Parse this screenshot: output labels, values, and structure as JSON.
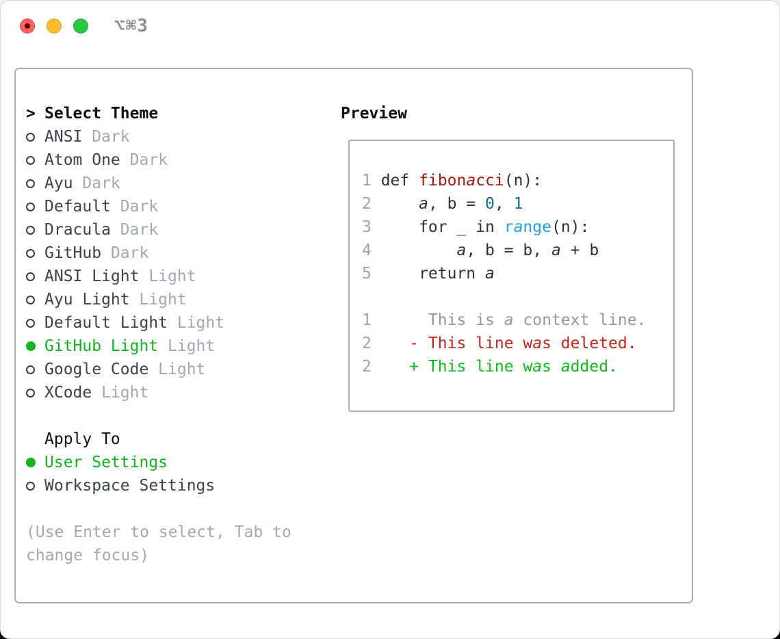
{
  "window": {
    "shortcut": "⌥⌘3",
    "traffic_lights": [
      "close-button",
      "minimize-button",
      "zoom-button"
    ]
  },
  "theme_panel": {
    "title_prefix": ">",
    "title": "Select Theme",
    "themes": [
      {
        "name": "ANSI",
        "variant": "Dark",
        "selected": false
      },
      {
        "name": "Atom One",
        "variant": "Dark",
        "selected": false
      },
      {
        "name": "Ayu",
        "variant": "Dark",
        "selected": false
      },
      {
        "name": "Default",
        "variant": "Dark",
        "selected": false
      },
      {
        "name": "Dracula",
        "variant": "Dark",
        "selected": false
      },
      {
        "name": "GitHub",
        "variant": "Dark",
        "selected": false
      },
      {
        "name": "ANSI Light",
        "variant": "Light",
        "selected": false
      },
      {
        "name": "Ayu Light",
        "variant": "Light",
        "selected": false
      },
      {
        "name": "Default Light",
        "variant": "Light",
        "selected": false
      },
      {
        "name": "GitHub Light",
        "variant": "Light",
        "selected": true
      },
      {
        "name": "Google Code",
        "variant": "Light",
        "selected": false
      },
      {
        "name": "XCode",
        "variant": "Light",
        "selected": false
      }
    ],
    "apply_to": {
      "title": "Apply To",
      "options": [
        {
          "name": "User Settings",
          "selected": true
        },
        {
          "name": "Workspace Settings",
          "selected": false
        }
      ]
    },
    "help": [
      "(Use Enter to select, Tab to",
      "change focus)"
    ]
  },
  "preview": {
    "title": "Preview",
    "code_lines": [
      {
        "num": "1",
        "segments": [
          {
            "text": "def ",
            "style": "fg"
          },
          {
            "text": "fibonacci",
            "style": "func"
          },
          {
            "text": "(n):",
            "style": "fg"
          }
        ]
      },
      {
        "num": "2",
        "segments": [
          {
            "text": "    a, b = ",
            "style": "fg"
          },
          {
            "text": "0",
            "style": "const"
          },
          {
            "text": ", ",
            "style": "fg"
          },
          {
            "text": "1",
            "style": "const"
          }
        ]
      },
      {
        "num": "3",
        "segments": [
          {
            "text": "    for _ in ",
            "style": "fg"
          },
          {
            "text": "range",
            "style": "call"
          },
          {
            "text": "(n):",
            "style": "fg"
          }
        ]
      },
      {
        "num": "4",
        "segments": [
          {
            "text": "        a, b = b, a + b",
            "style": "fg"
          }
        ]
      },
      {
        "num": "5",
        "segments": [
          {
            "text": "    return a",
            "style": "fg"
          }
        ]
      },
      {
        "num": "",
        "segments": []
      },
      {
        "num": "1",
        "segments": [
          {
            "text": "     This is a context line.",
            "style": "context"
          }
        ]
      },
      {
        "num": "2",
        "segments": [
          {
            "text": "   - This line was deleted.",
            "style": "deleted"
          }
        ]
      },
      {
        "num": "2",
        "segments": [
          {
            "text": "   + This line was added.",
            "style": "added"
          }
        ]
      }
    ]
  },
  "colors": {
    "selection_green": "#10b41e",
    "added_green": "#10bc18",
    "deleted_red": "#c92619",
    "context_gray": "#8f99a2",
    "code_fg": "#2b3138",
    "function_red": "#a8170e",
    "number_teal": "#117380",
    "builtin_blue": "#249fd9",
    "line_number_gray": "#9aa5b1",
    "name_gray": "#3b424b",
    "muted_gray": "#9fa9b5",
    "ink": "#0c0e10",
    "ring": "#343b44",
    "border_gray": "#a7afb9",
    "traffic_red": "#ff5f57",
    "traffic_yellow": "#febc2e",
    "traffic_green": "#28c840",
    "shortcut_gray": "#8b8f94"
  }
}
